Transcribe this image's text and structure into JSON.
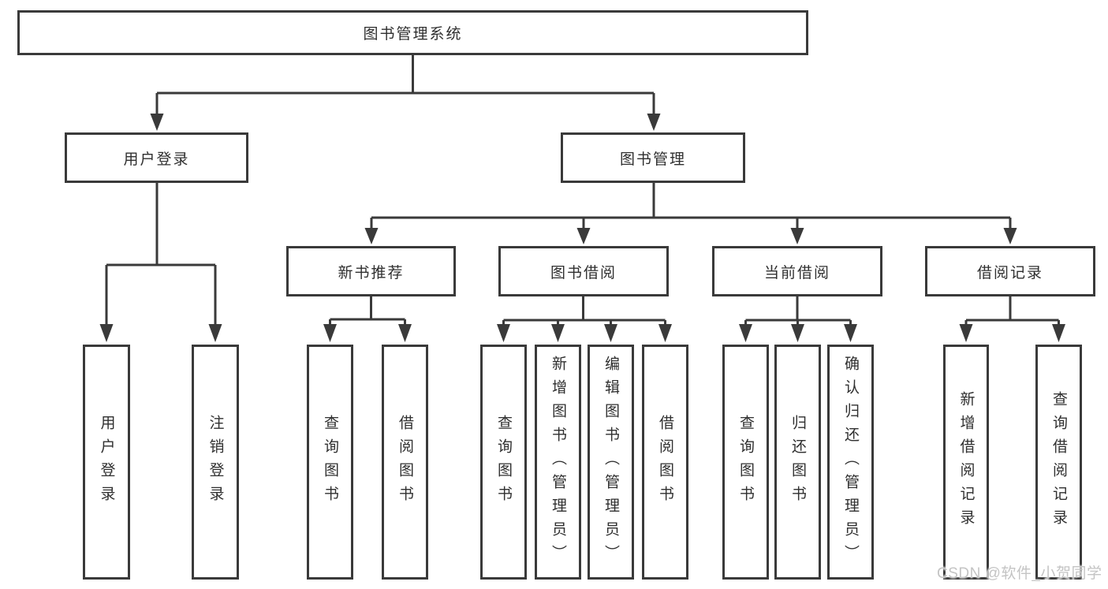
{
  "diagram": {
    "root": {
      "label": "图书管理系统"
    },
    "level2": {
      "user_login": {
        "label": "用户登录"
      },
      "book_mgmt": {
        "label": "图书管理"
      }
    },
    "level3": {
      "new_book": {
        "label": "新书推荐"
      },
      "borrow": {
        "label": "图书借阅"
      },
      "current": {
        "label": "当前借阅"
      },
      "record": {
        "label": "借阅记录"
      }
    },
    "leaves": {
      "user_login_1": {
        "label": "用户登录"
      },
      "user_login_2": {
        "label": "注销登录"
      },
      "new_book_1": {
        "label": "查询图书"
      },
      "new_book_2": {
        "label": "借阅图书"
      },
      "borrow_1": {
        "label": "查询图书"
      },
      "borrow_2": {
        "label": "新增图书（管理员）"
      },
      "borrow_3": {
        "label": "编辑图书（管理员）"
      },
      "borrow_4": {
        "label": "借阅图书"
      },
      "current_1": {
        "label": "查询图书"
      },
      "current_2": {
        "label": "归还图书"
      },
      "current_3": {
        "label": "确认归还（管理员）"
      },
      "record_1": {
        "label": "新增借阅记录"
      },
      "record_2": {
        "label": "查询借阅记录"
      }
    }
  },
  "watermark": {
    "text": "CSDN @软件_小贺同学"
  },
  "colors": {
    "line": "#3a3a3a",
    "text": "#2f2f2f",
    "background": "#ffffff",
    "watermark": "#c4c4c4"
  }
}
